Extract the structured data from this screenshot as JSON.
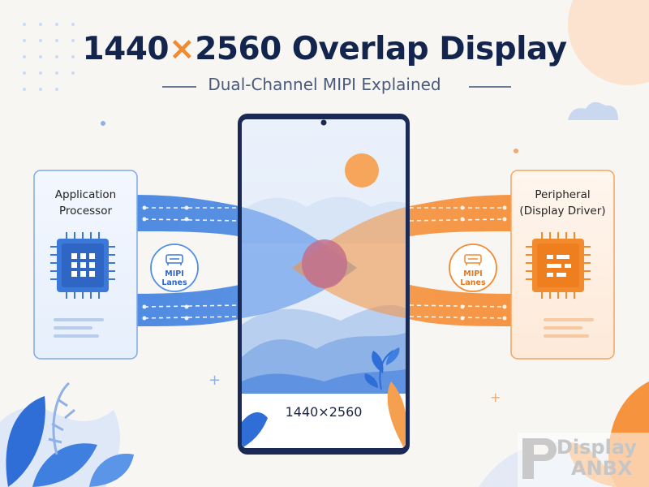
{
  "header": {
    "title_number": "1440",
    "title_times": "×",
    "title_number2": "2560",
    "title_rest": " Overlap Display",
    "subtitle": "Dual-Channel MIPI Explained"
  },
  "left_card": {
    "title_line1": "Application",
    "title_line2": "Processor",
    "icon": "processor-chip-icon",
    "accent": "#3b78d8"
  },
  "right_card": {
    "title_line1": "Peripheral",
    "title_line2": "(Display Driver)",
    "icon": "display-driver-chip-icon",
    "accent": "#f28a2e"
  },
  "lanes": {
    "left_label_line1": "MIPI",
    "left_label_line2": "Lanes",
    "right_label_line1": "MIPI",
    "right_label_line2": "Lanes",
    "blue": "#4f8fe6",
    "orange": "#f5913d"
  },
  "phone": {
    "resolution": "1440×2560",
    "frame_color": "#1b2a55"
  },
  "watermark": {
    "line1": "Display",
    "line2": "ANBX",
    "logo": "panox-logo-icon"
  }
}
